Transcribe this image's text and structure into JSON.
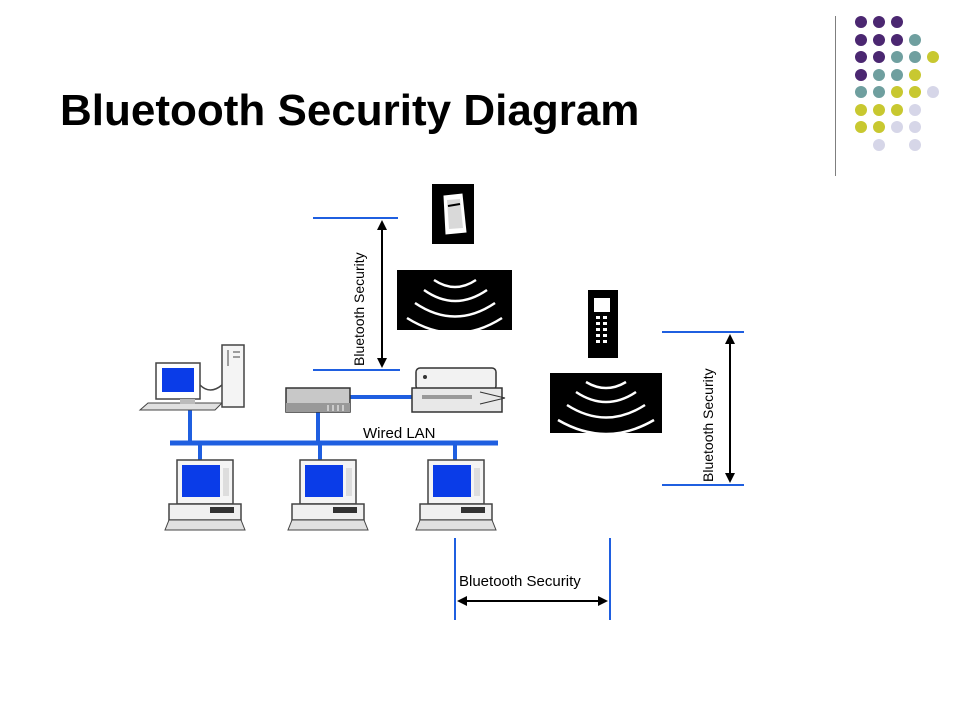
{
  "slide": {
    "title": "Bluetooth Security Diagram"
  },
  "diagram": {
    "wired_lan_label": "Wired LAN",
    "security_labels": {
      "left_vertical": "Bluetooth Security",
      "right_vertical": "Bluetooth Security",
      "bottom_horizontal": "Bluetooth Security"
    }
  },
  "theme": {
    "dot_colors": [
      "#4b2771",
      "#6f9f9f",
      "#c8c830",
      "#d6d6e8"
    ],
    "lan_color": "#1f5fe0",
    "screen_color": "#0a3ce8"
  }
}
